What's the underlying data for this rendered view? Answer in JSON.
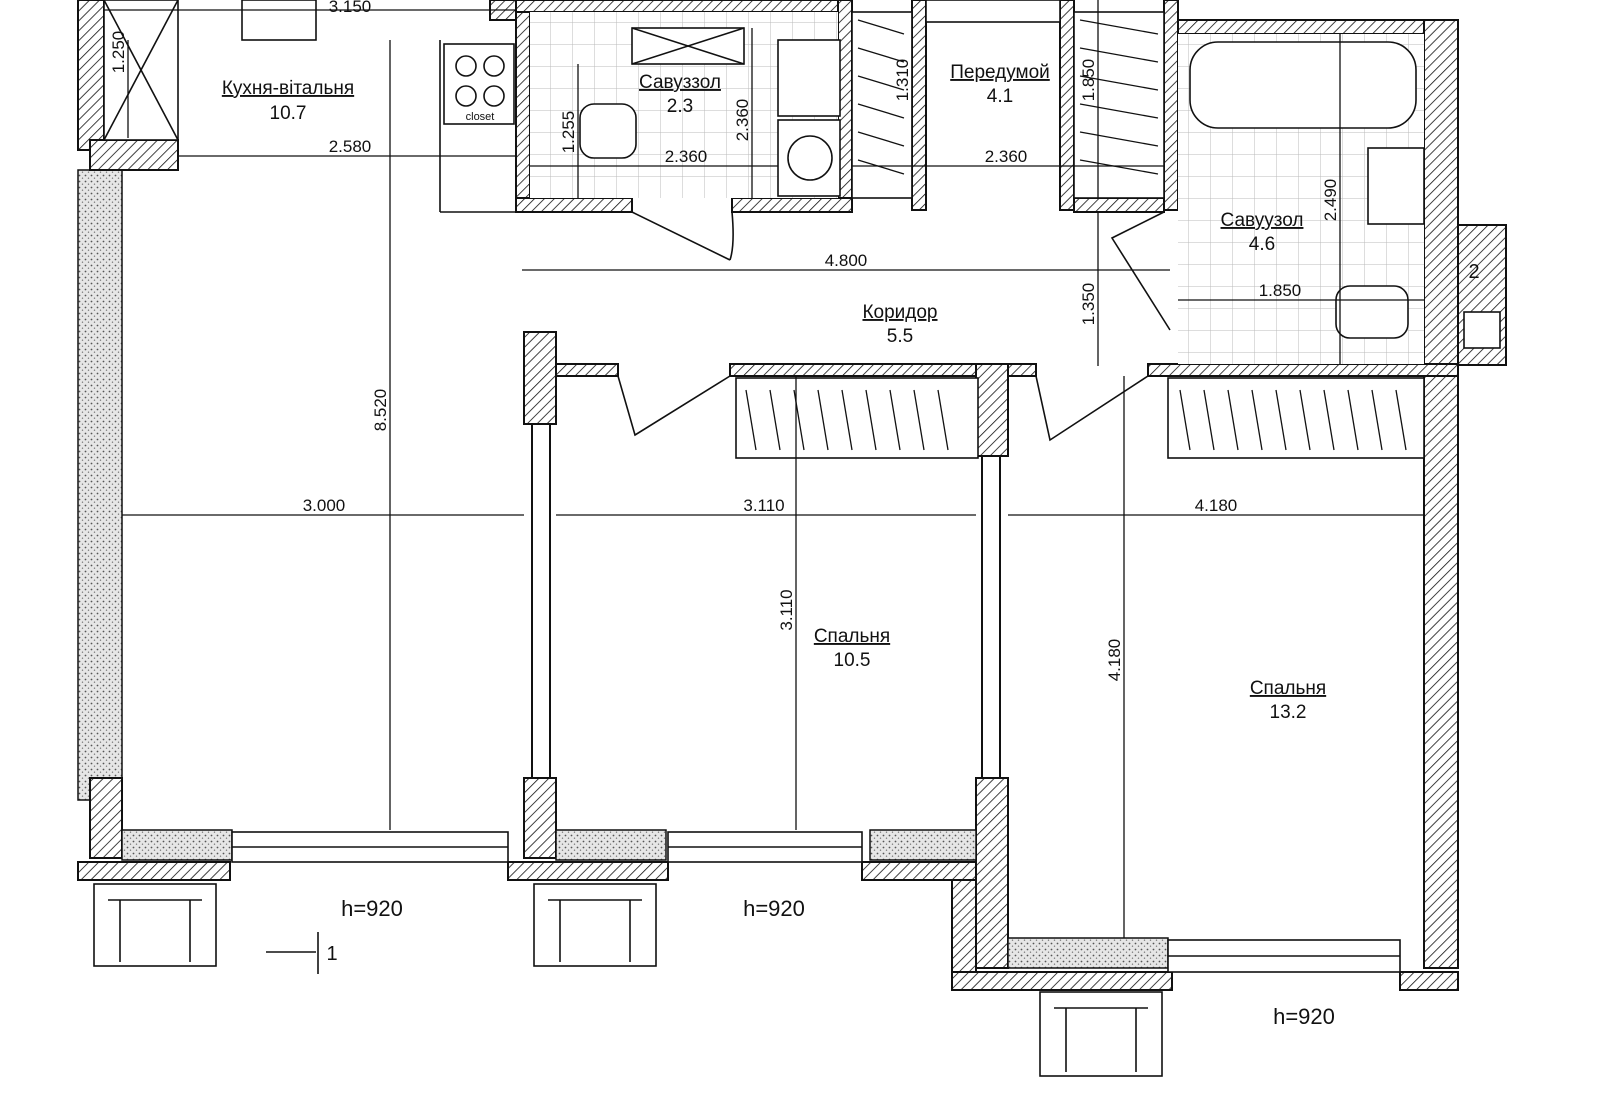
{
  "rooms": {
    "kitchen": {
      "name": "Кухня-вітальня",
      "area": "10.7"
    },
    "bath1": {
      "name": "Савуззол",
      "area": "2.3"
    },
    "laundry": {
      "name": "Передумой",
      "area": "4.1"
    },
    "bath2": {
      "name": "Савуузол",
      "area": "4.6"
    },
    "corridor": {
      "name": "Коридор",
      "area": "5.5"
    },
    "bedroom1": {
      "name": "Спальня",
      "area": "10.5"
    },
    "bedroom2": {
      "name": "Спальня",
      "area": "13.2"
    }
  },
  "dimensions": {
    "kitchen_top": "3.150",
    "kitchen_side": "1.250",
    "kitchen_width": "2.580",
    "living_height": "8.520",
    "bath1_h1": "1.255",
    "bath1_h2": "2.360",
    "bath1_w": "2.360",
    "laundry_h": "1.310",
    "laundry_w": "2.360",
    "closet_h": "1.850",
    "corridor_w": "4.800",
    "corridor_h": "1.350",
    "bath2_h": "2.490",
    "bath2_w": "1.850",
    "living_w": "3.000",
    "bed1_w": "3.110",
    "bed1_h": "3.110",
    "bed2_w": "4.180",
    "bed2_h": "4.180"
  },
  "sills": {
    "left": "h=920",
    "middle": "h=920",
    "right": "h=920"
  },
  "markers": {
    "section": "1",
    "riser": "2"
  },
  "labels": {
    "closet": "closet"
  }
}
